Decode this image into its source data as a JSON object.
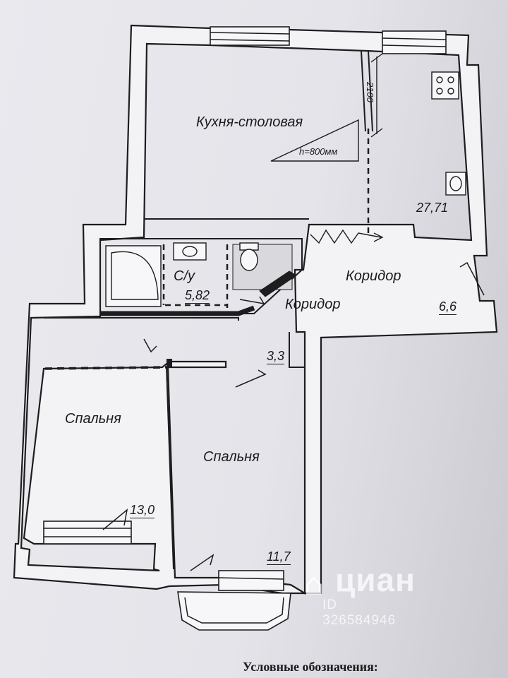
{
  "rooms": {
    "kitchen": {
      "name": "Кухня-столовая",
      "area": "27,71"
    },
    "bathroom": {
      "name": "С/у",
      "area": "5,82"
    },
    "corridor_main": {
      "name": "Коридор",
      "area": "6,6"
    },
    "corridor_small": {
      "name": "Коридор",
      "area": "3,3"
    },
    "bedroom_left": {
      "name": "Спальня",
      "area": "13,0"
    },
    "bedroom_right": {
      "name": "Спальня",
      "area": "11,7"
    }
  },
  "annotations": {
    "height_note": "h=800мм",
    "dimension": "2100"
  },
  "legend": {
    "title": "Условные обозначения:"
  },
  "watermark": {
    "brand": "циан",
    "listing_id": "ID 326584946"
  },
  "colors": {
    "wall_fill": "#f3f3f5",
    "line": "#1d1d1f",
    "paper": "#e9e9ee"
  }
}
